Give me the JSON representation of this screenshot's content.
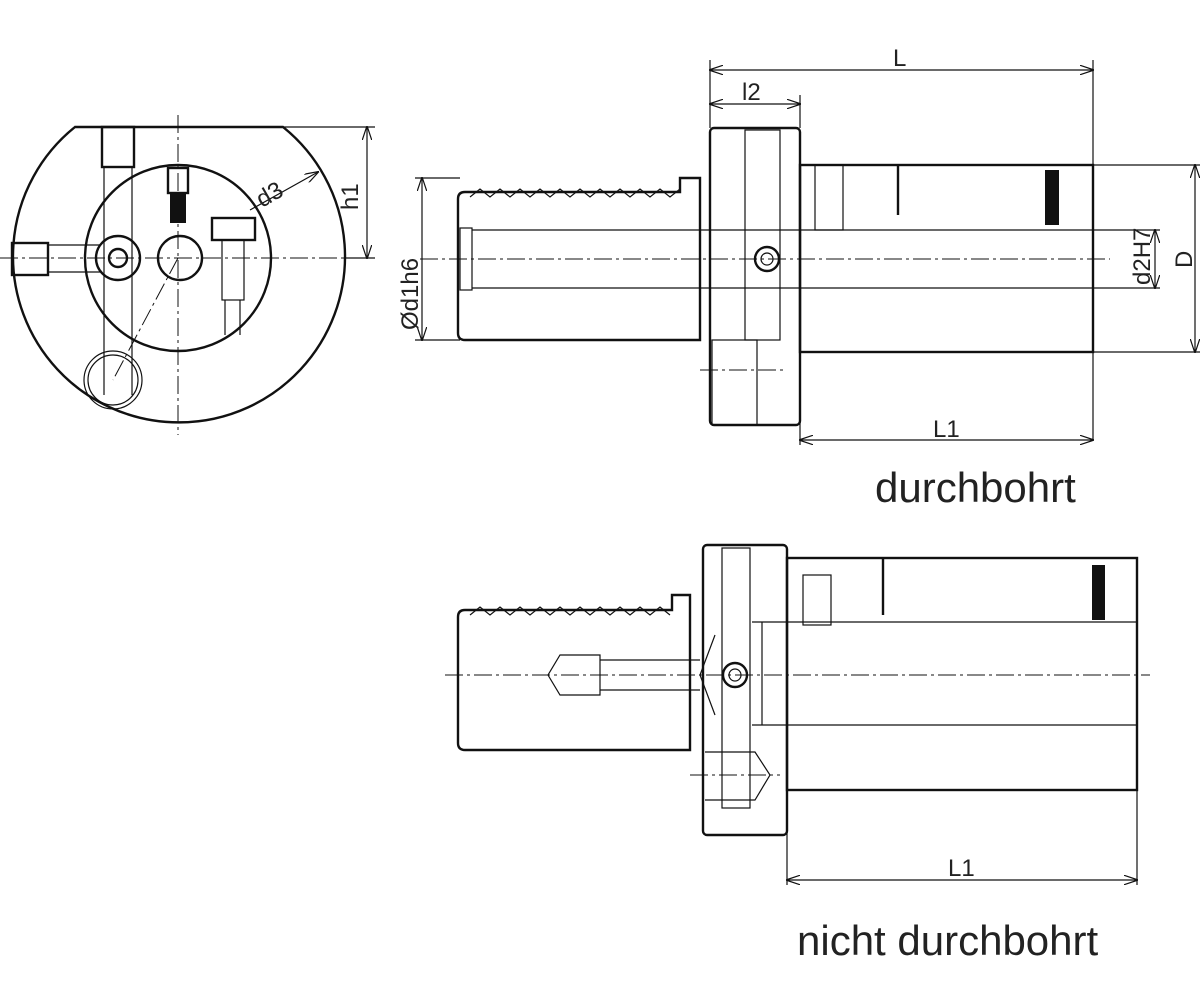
{
  "labels": {
    "L": "L",
    "l2": "l2",
    "d1": "Ød1h6",
    "d2": "d2H7",
    "D": "D",
    "L1_top": "L1",
    "d3": "d3",
    "h1": "h1",
    "L1_bottom": "L1"
  },
  "captions": {
    "through": "durchbohrt",
    "not_through": "nicht durchbohrt"
  }
}
